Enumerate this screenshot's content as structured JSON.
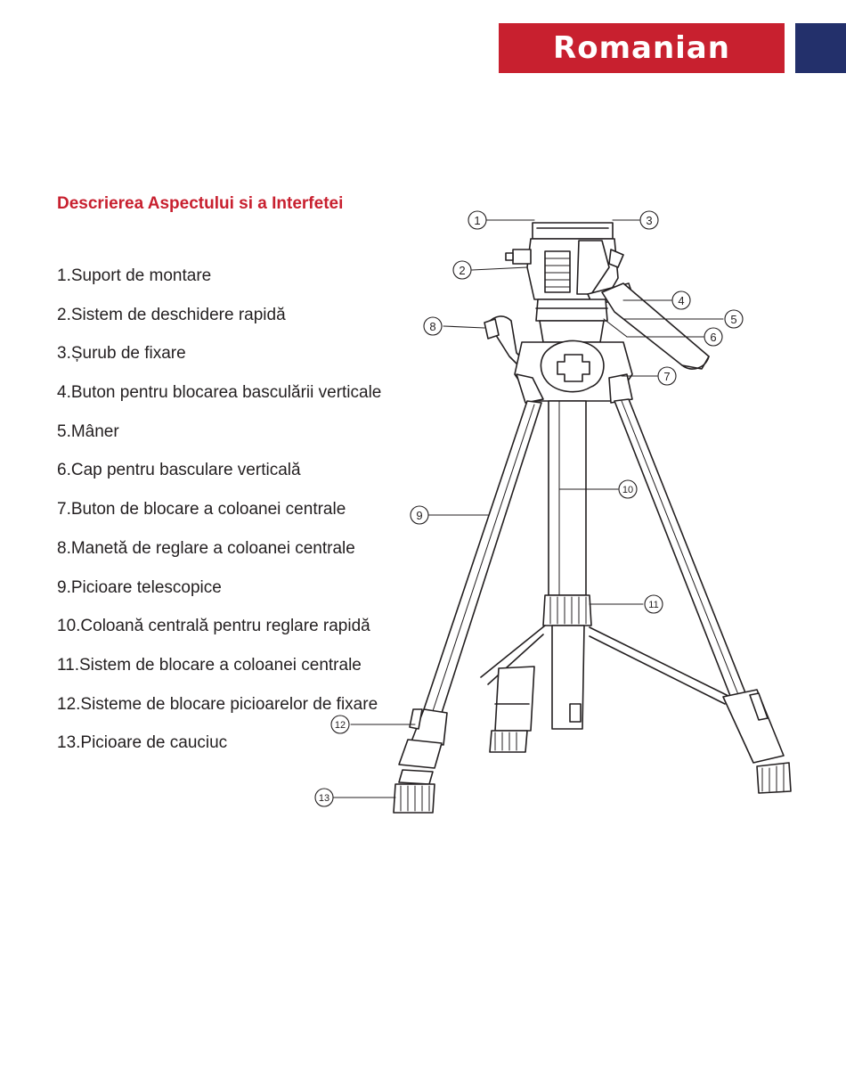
{
  "header": {
    "language_label": "Romanian",
    "banner_color": "#c8202f",
    "tab_color": "#23306b"
  },
  "section": {
    "title": "Descrierea Aspectului si a Interfetei"
  },
  "parts": [
    "1.Suport de montare",
    "2.Sistem de deschidere rapidă",
    "3.Șurub de fixare",
    "4.Buton pentru blocarea basculării verticale",
    "5.Mâner",
    "6.Cap pentru basculare verticală",
    "7.Buton de blocare a coloanei centrale",
    "8.Manetă de reglare a coloanei centrale",
    "9.Picioare telescopice",
    "10.Coloană centrală pentru reglare rapidă",
    "11.Sistem de blocare a coloanei centrale",
    "12.Sisteme de blocare  picioarelor de fixare",
    "13.Picioare de cauciuc"
  ],
  "callouts": [
    "1",
    "2",
    "3",
    "4",
    "5",
    "6",
    "7",
    "8",
    "9",
    "10",
    "11",
    "12",
    "13"
  ]
}
